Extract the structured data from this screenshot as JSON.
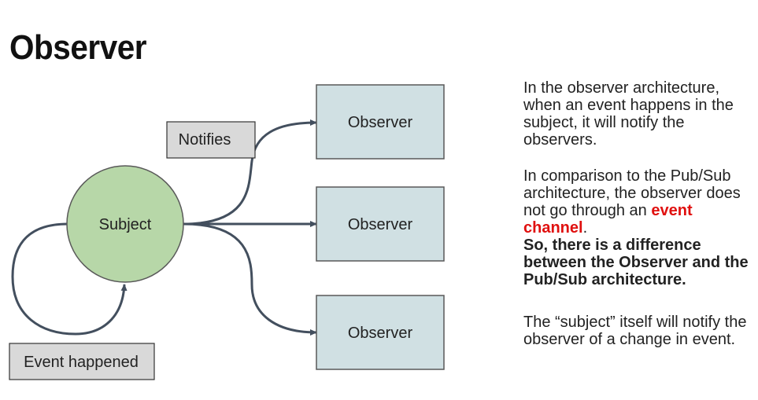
{
  "title": "Observer",
  "diagram": {
    "subject_label": "Subject",
    "observer_labels": [
      "Observer",
      "Observer",
      "Observer"
    ],
    "notifies_label": "Notifies",
    "event_happened_label": "Event happened",
    "colors": {
      "subject_fill": "#b7d7a8",
      "observer_fill": "#d0e0e3",
      "note_fill": "#d9d9d9",
      "arrow": "#434f5e"
    }
  },
  "text": {
    "p1": "In the observer architecture, when an event happens in the subject, it will notify the observers.",
    "p2_intro": "In comparison to the Pub/Sub architecture, the observer does not go through an ",
    "p2_highlight": "event channel",
    "p2_period": ".",
    "p2_bold": "So, there is a difference between the Observer and the Pub/Sub architecture.",
    "p3": "The “subject” itself will notify the observer of a change in event."
  }
}
